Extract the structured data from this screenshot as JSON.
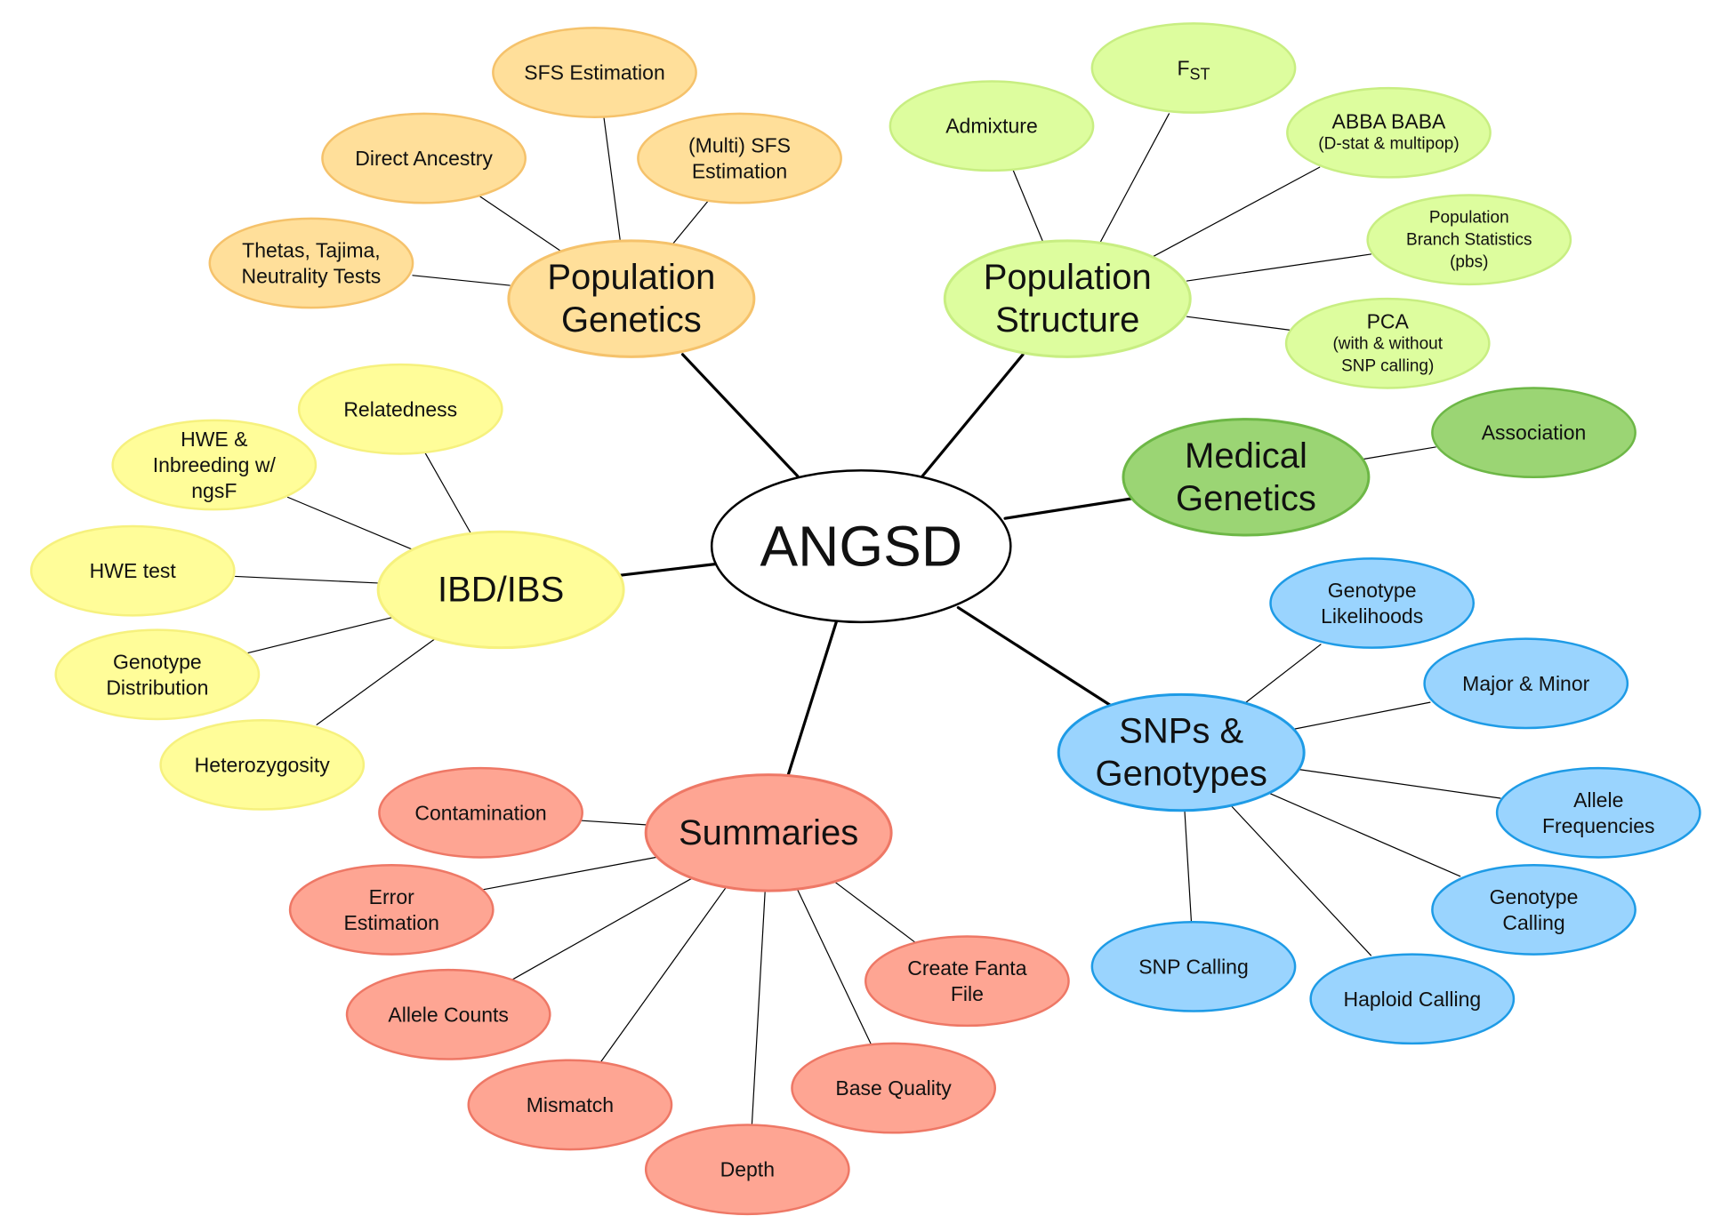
{
  "root": {
    "label": "ANGSD"
  },
  "categories": [
    {
      "id": "population-genetics",
      "title_lines": [
        "Population",
        "Genetics"
      ],
      "fill": "#FFDF9A",
      "stroke": "#F5C26B",
      "leaves": [
        {
          "lines": [
            "SFS Estimation"
          ]
        },
        {
          "lines": [
            "Direct Ancestry"
          ]
        },
        {
          "lines": [
            "(Multi) SFS",
            "Estimation"
          ]
        },
        {
          "lines": [
            "Thetas, Tajima,",
            "Neutrality Tests"
          ]
        }
      ]
    },
    {
      "id": "population-structure",
      "title_lines": [
        "Population",
        "Structure"
      ],
      "fill": "#DDFD9E",
      "stroke": "#C8EE82",
      "leaves": [
        {
          "lines": [
            "Admixture"
          ]
        },
        {
          "lines": [
            "F"
          ],
          "subscript": "ST"
        },
        {
          "lines": [
            "ABBA BABA"
          ],
          "small_lines": [
            "(D-stat & multipop)"
          ]
        },
        {
          "lines": [],
          "small_lines": [
            "Population",
            "Branch Statistics",
            "(pbs)"
          ]
        },
        {
          "lines": [
            "PCA"
          ],
          "small_lines": [
            "(with & without",
            "SNP calling)"
          ]
        }
      ]
    },
    {
      "id": "medical-genetics",
      "title_lines": [
        "Medical",
        "Genetics"
      ],
      "fill": "#9BD574",
      "stroke": "#6DB746",
      "leaves": [
        {
          "lines": [
            "Association"
          ]
        }
      ]
    },
    {
      "id": "ibd-ibs",
      "title_lines": [
        "IBD/IBS"
      ],
      "fill": "#FFFD99",
      "stroke": "#F6F17E",
      "leaves": [
        {
          "lines": [
            "Relatedness"
          ]
        },
        {
          "lines": [
            "HWE &",
            "Inbreeding w/",
            "ngsF"
          ]
        },
        {
          "lines": [
            "HWE test"
          ]
        },
        {
          "lines": [
            "Genotype",
            "Distribution"
          ]
        },
        {
          "lines": [
            "Heterozygosity"
          ]
        }
      ]
    },
    {
      "id": "snps-genotypes",
      "title_lines": [
        "SNPs &",
        "Genotypes"
      ],
      "fill": "#9AD4FE",
      "stroke": "#1E9BE6",
      "leaves": [
        {
          "lines": [
            "Genotype",
            "Likelihoods"
          ]
        },
        {
          "lines": [
            "Major & Minor"
          ]
        },
        {
          "lines": [
            "Allele",
            "Frequencies"
          ]
        },
        {
          "lines": [
            "Genotype",
            "Calling"
          ]
        },
        {
          "lines": [
            "Haploid Calling"
          ]
        },
        {
          "lines": [
            "SNP Calling"
          ]
        }
      ]
    },
    {
      "id": "summaries",
      "title_lines": [
        "Summaries"
      ],
      "fill": "#FEA593",
      "stroke": "#EE7866",
      "leaves": [
        {
          "lines": [
            "Contamination"
          ]
        },
        {
          "lines": [
            "Error",
            "Estimation"
          ]
        },
        {
          "lines": [
            "Allele Counts"
          ]
        },
        {
          "lines": [
            "Mismatch"
          ]
        },
        {
          "lines": [
            "Depth"
          ]
        },
        {
          "lines": [
            "Base Quality"
          ]
        },
        {
          "lines": [
            "Create Fanta",
            "File"
          ]
        }
      ]
    }
  ]
}
